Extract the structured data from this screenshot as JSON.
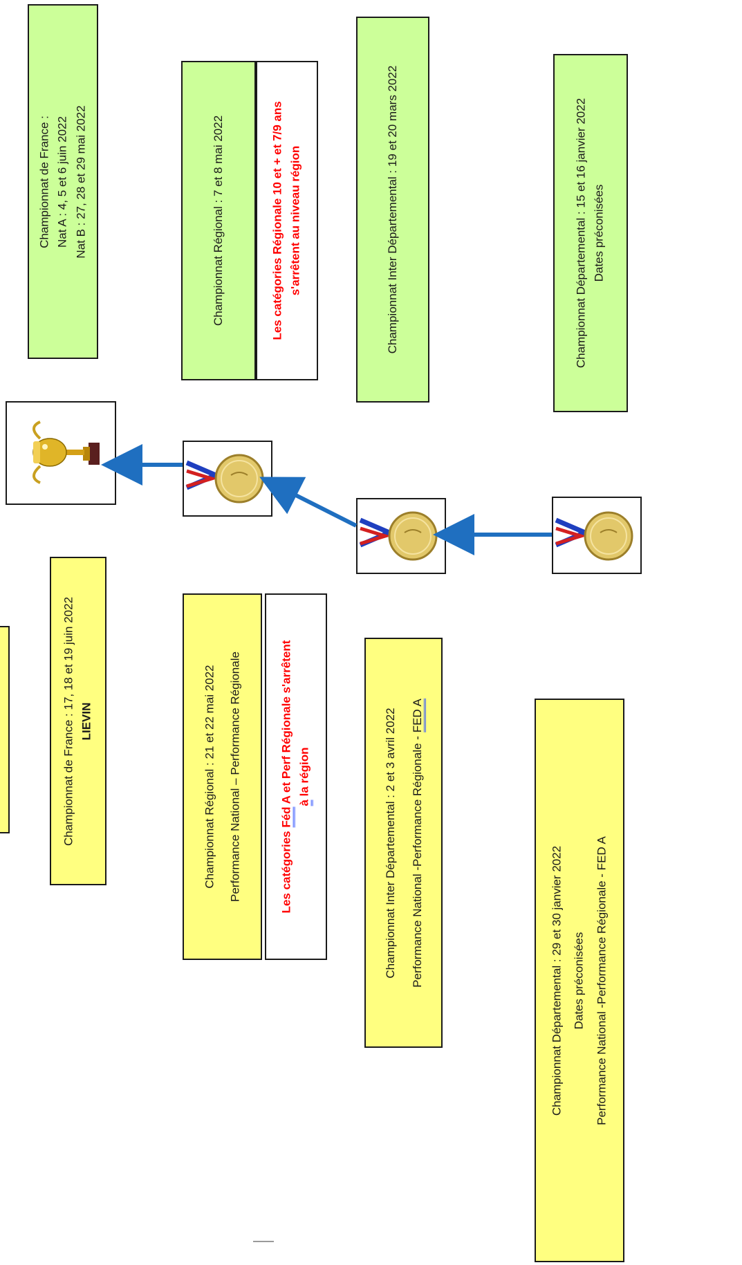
{
  "top_green": {
    "championnat_france": {
      "line1": "Championnat de France :",
      "line2": "Nat A : 4, 5 et 6 juin 2022",
      "line3": "Nat B : 27, 28 et 29 mai 2022"
    },
    "championnat_regional": {
      "text": "Championnat Régional : 7 et 8 mai 2022",
      "note_line1": "Les catégories Régionale 10 et + et 7/9 ans",
      "note_line2": "s'arrêtent au niveau région"
    },
    "championnat_inter_departemental": {
      "text": "Championnat Inter Départemental : 19 et 20 mars 2022"
    },
    "championnat_departemental": {
      "line1": "Championnat Départemental : 15 et 16 janvier 2022",
      "line2": "Dates préconisées"
    }
  },
  "bottom_yellow": {
    "championnat_france": {
      "line1": "Championnat de France : 17, 18 et 19 juin 2022",
      "line2": "LIEVIN"
    },
    "championnat_regional": {
      "line1": "Championnat Régional : 21 et 22 mai 2022",
      "line2": "Performance National – Performance Régionale",
      "note_a": "Les catégories ",
      "note_fed": "Féd",
      "note_b": " A et Perf Régionale s'arrêtent",
      "note_c": " la région",
      "note_a_letter": "à"
    },
    "championnat_inter_departemental": {
      "line1": "Championnat Inter Départemental : 2 et 3 avril 2022",
      "line2a": "Performance National -Performance Régionale - ",
      "line2b": "FED A"
    },
    "championnat_departemental": {
      "line1": "Championnat Départemental : 29 et 30 janvier 2022",
      "line2": "Dates préconisées",
      "line3": "Performance National -Performance Régionale - FED A"
    }
  },
  "colors": {
    "green": "#ccff99",
    "yellow": "#ffff80",
    "red_note": "#ff0000",
    "arrow_blue": "#1f6fc0"
  },
  "icons": [
    "trophy-icon",
    "medal-icon-regional",
    "medal-icon-inter-departemental",
    "medal-icon-departemental"
  ]
}
